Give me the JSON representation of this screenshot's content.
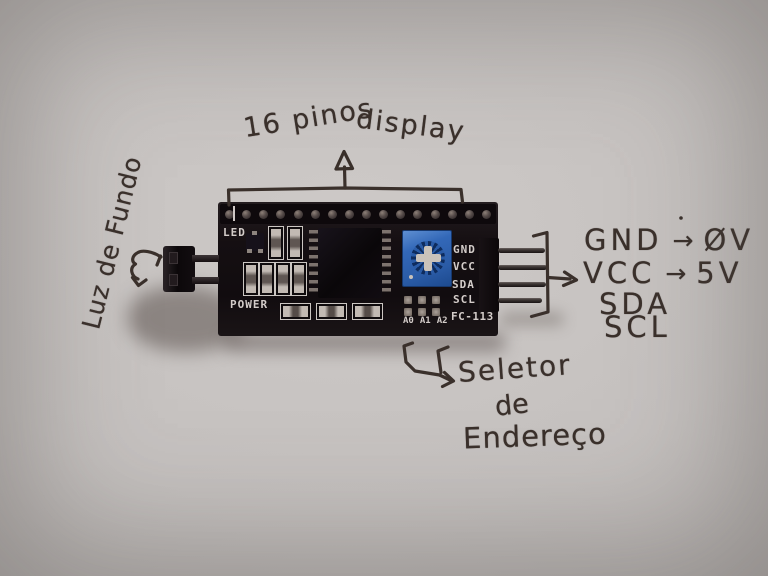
{
  "scene": {
    "type": "photo",
    "subject": "I2C LCD serial interface backpack module (FC-113) on gray paper with handwritten Portuguese annotations"
  },
  "colors": {
    "ink": "#3a302b",
    "paper": "#c4c0be",
    "pcb": "#150f12",
    "trimpot_blue": "#3368b8",
    "silkscreen": "#d3ccc9"
  },
  "handwriting": {
    "top_line1": "16 pinos",
    "top_line2": "display",
    "left_label": "Luz de Fundo",
    "right_rows": [
      {
        "pin": "GND",
        "arrow": "→",
        "value": "ØV"
      },
      {
        "pin": "VCC",
        "arrow": "→",
        "value": "5V"
      },
      {
        "pin": "SDA",
        "arrow": "",
        "value": ""
      },
      {
        "pin": "SCL",
        "arrow": "",
        "value": ""
      }
    ],
    "bottom_line1": "Seletor",
    "bottom_line2": "de",
    "bottom_line3": "Endereço"
  },
  "board": {
    "silkscreen_led": "LED",
    "silkscreen_power": "POWER",
    "pin_labels": [
      "GND",
      "VCC",
      "SDA",
      "SCL"
    ],
    "address_labels": [
      "A0",
      "A1",
      "A2"
    ],
    "model": "FC-113"
  }
}
